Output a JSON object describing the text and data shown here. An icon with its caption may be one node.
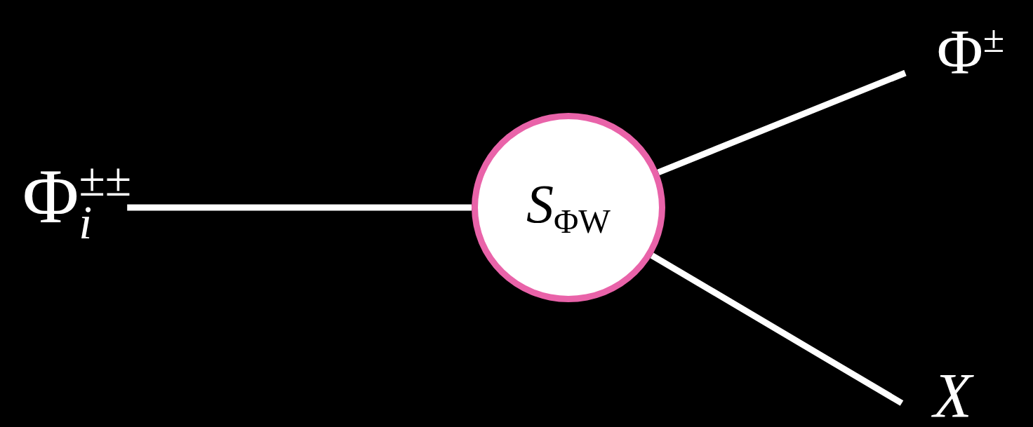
{
  "diagram": {
    "nodes": [
      {
        "text": [
          "Φ$^{±±}$$_{i}$"
        ]
      },
      {
        "text": [
          "*S*$_{ΦW}$"
        ]
      },
      {
        "text": [
          "Φ$^{±}$"
        ]
      },
      {
        "text": [
          "X"
        ]
      }
    ],
    "edges": [
      {
        "from": 0,
        "to": 1,
        "arrow": "none"
      },
      {
        "from": 1,
        "to": 2,
        "arrow": "none"
      },
      {
        "from": 1,
        "to": 3,
        "arrow": "none"
      }
    ]
  }
}
